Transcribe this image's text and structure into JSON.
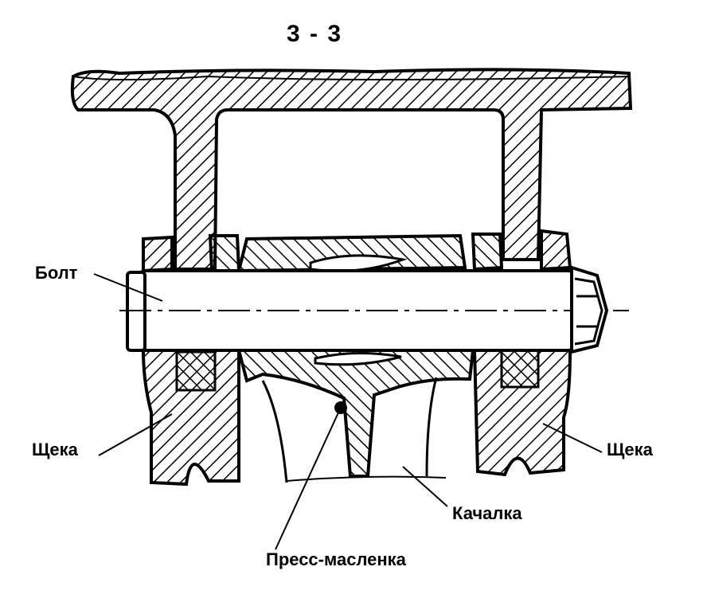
{
  "title": "3 - 3",
  "labels": {
    "bolt": "Болт",
    "cheek_left": "Щека",
    "cheek_right": "Щека",
    "rocker": "Качалка",
    "grease_fitting": "Пресс-масленка"
  },
  "colors": {
    "ink": "#000000",
    "paper": "#ffffff"
  }
}
